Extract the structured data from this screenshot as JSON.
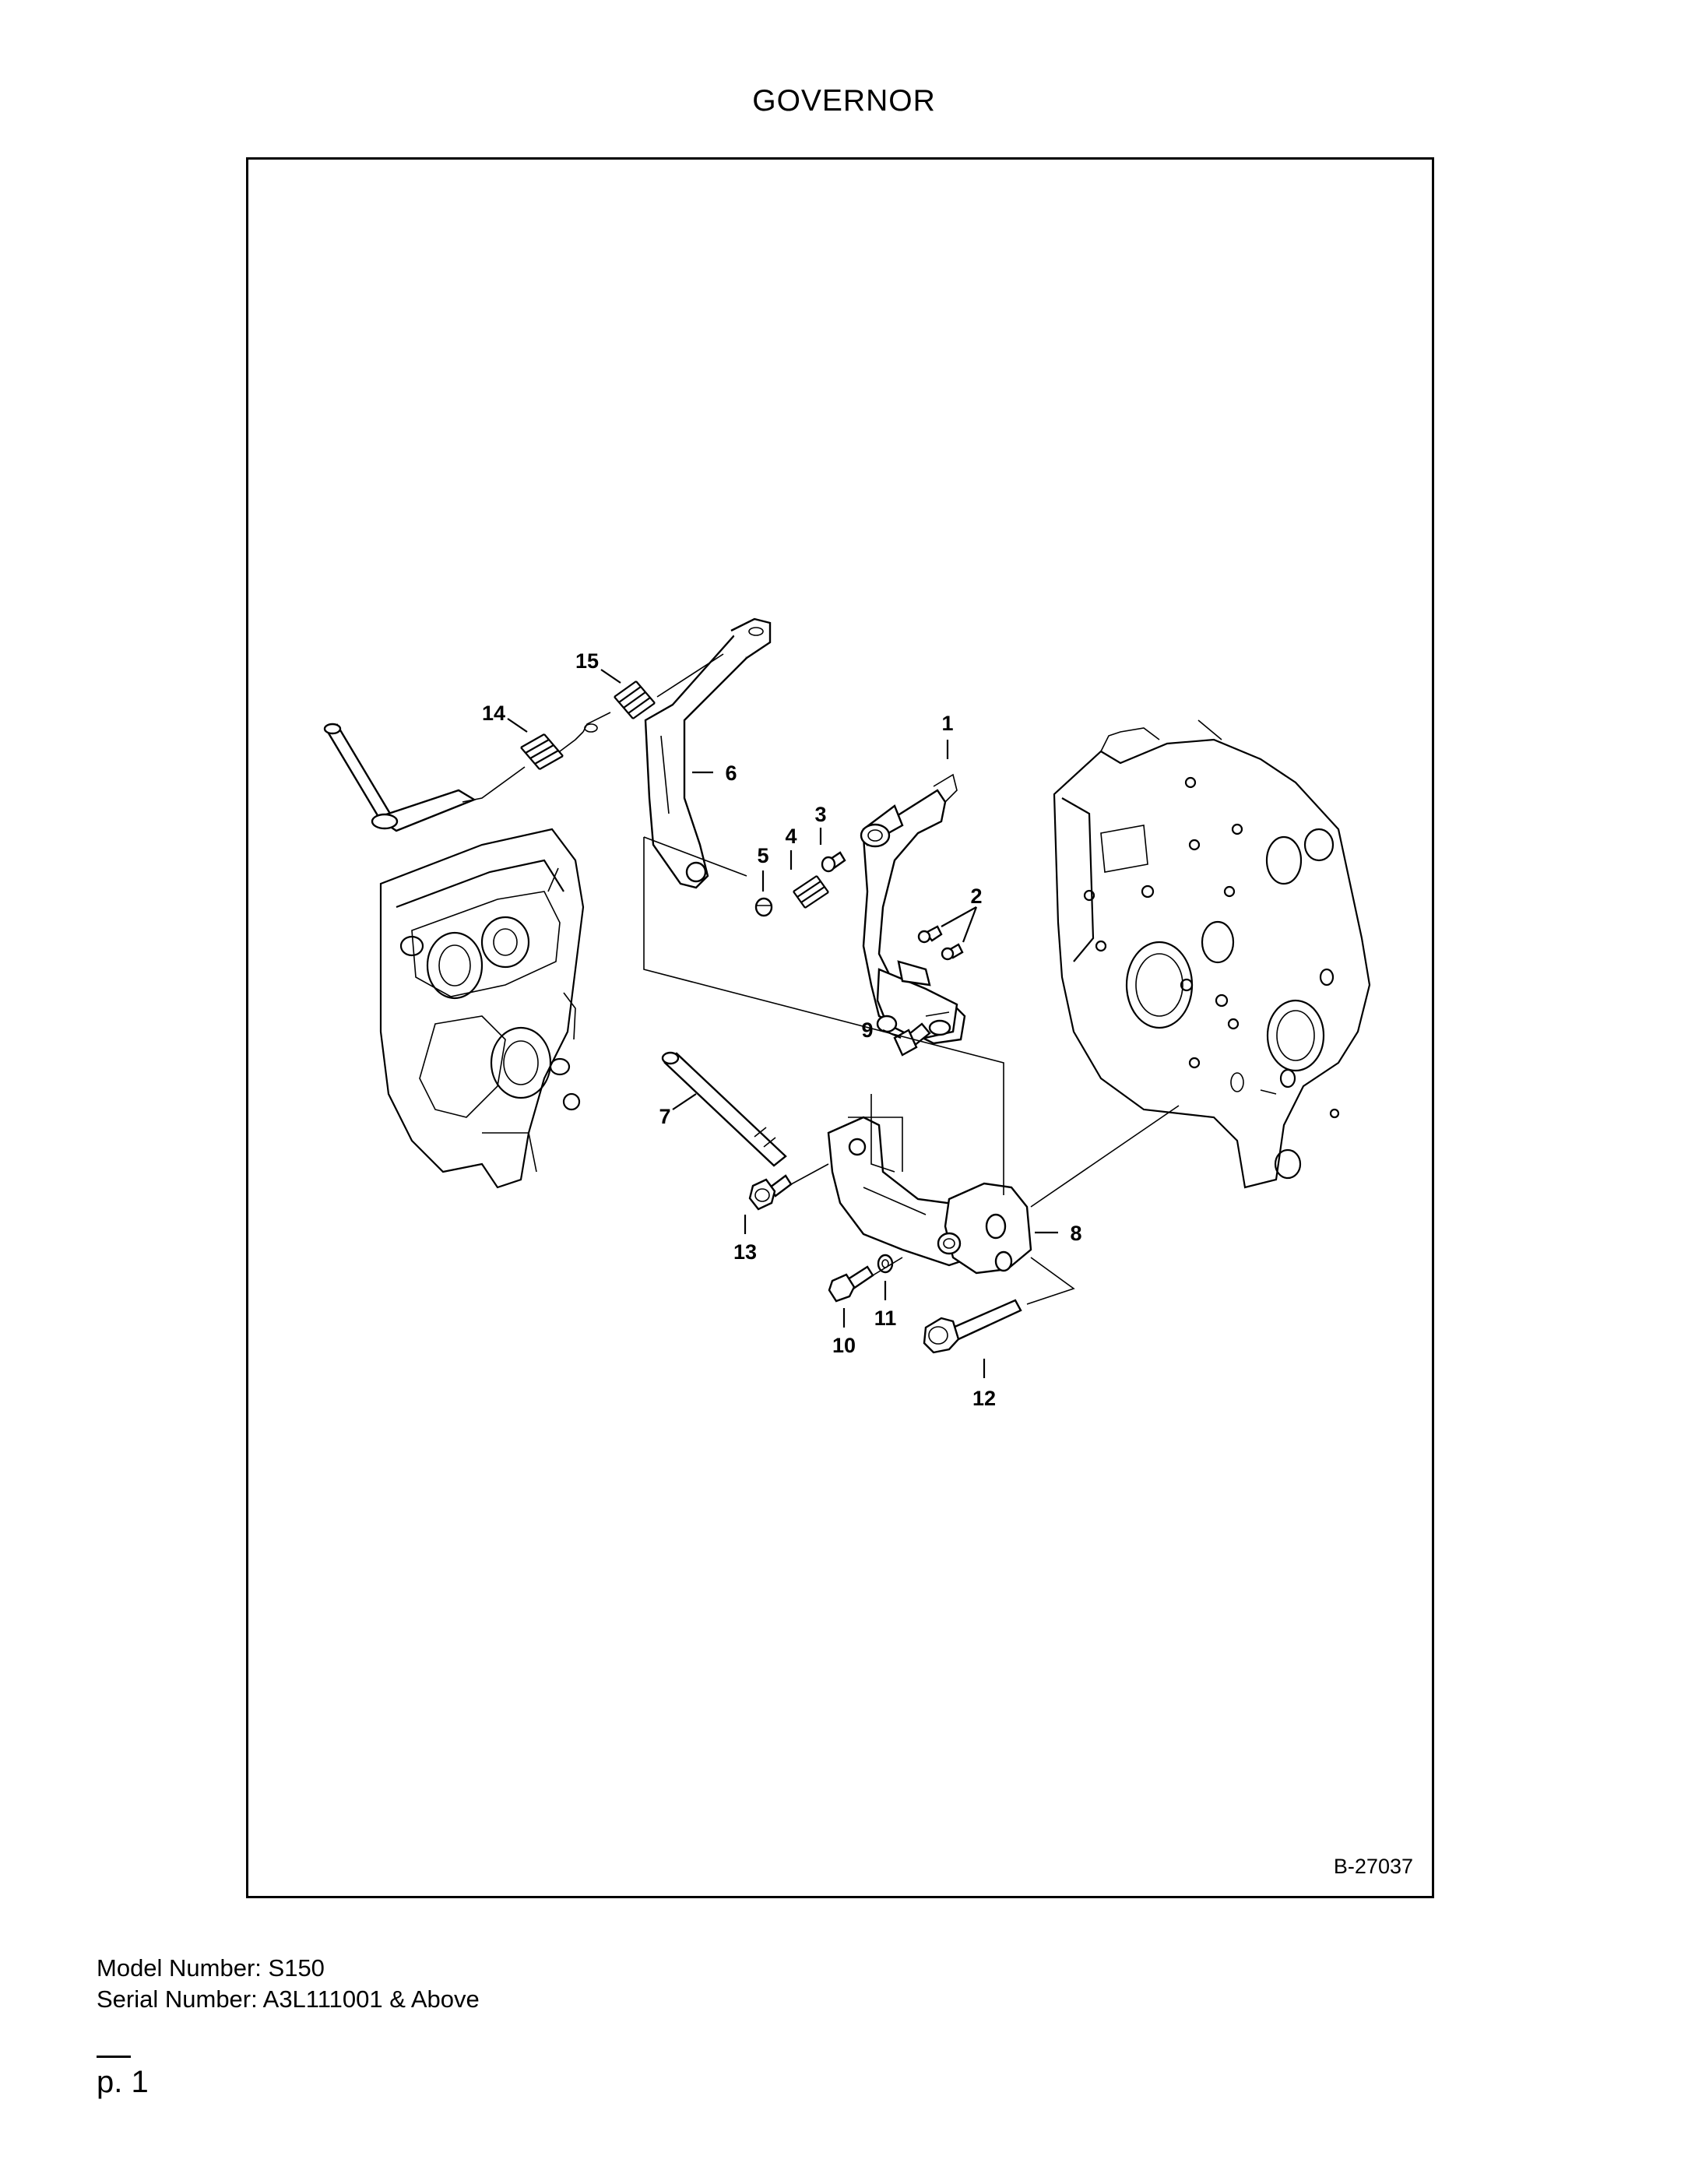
{
  "page": {
    "title": "GOVERNOR",
    "drawing_code": "B-27037",
    "model_number": "Model Number: S150",
    "serial_number": "Serial Number: A3L111001 & Above",
    "page_number": "p. 1"
  },
  "diagram": {
    "callouts": [
      {
        "id": "1",
        "label": "1"
      },
      {
        "id": "2",
        "label": "2"
      },
      {
        "id": "3",
        "label": "3"
      },
      {
        "id": "4",
        "label": "4"
      },
      {
        "id": "5",
        "label": "5"
      },
      {
        "id": "6",
        "label": "6"
      },
      {
        "id": "7",
        "label": "7"
      },
      {
        "id": "8",
        "label": "8"
      },
      {
        "id": "9",
        "label": "9"
      },
      {
        "id": "10",
        "label": "10"
      },
      {
        "id": "11",
        "label": "11"
      },
      {
        "id": "12",
        "label": "12"
      },
      {
        "id": "13",
        "label": "13"
      },
      {
        "id": "14",
        "label": "14"
      },
      {
        "id": "15",
        "label": "15"
      }
    ]
  }
}
